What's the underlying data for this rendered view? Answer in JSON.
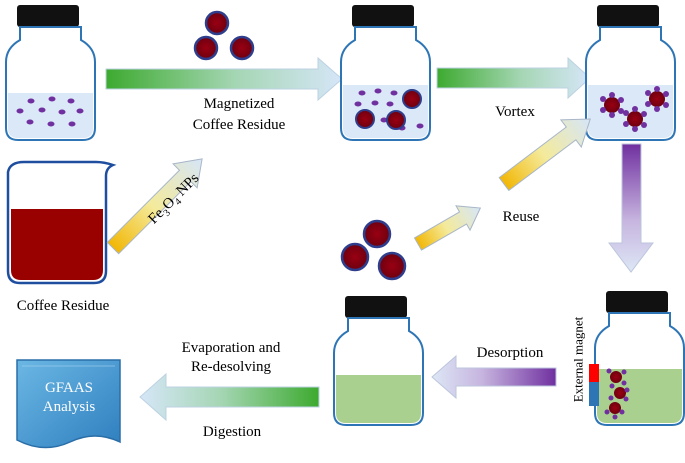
{
  "labels": {
    "magnetized_line1": "Magnetized",
    "magnetized_line2": "Coffee Residue",
    "vortex": "Vortex",
    "fe3o4_base1": "Fe",
    "fe3o4_sub1": "3",
    "fe3o4_base2": "O",
    "fe3o4_sub2": "4",
    "fe3o4_tail": " NPs",
    "reuse": "Reuse",
    "coffee_residue": "Coffee Residue",
    "evaporation_line1": "Evaporation and",
    "evaporation_line2": "Re-desolving",
    "digestion": "Digestion",
    "desorption": "Desorption",
    "external_magnet": "External magnet",
    "gfaas_line1": "GFAAS",
    "gfaas_line2": "Analysis"
  },
  "colors": {
    "liquid_light_blue": "#dbe8f7",
    "liquid_green": "#a9d08e",
    "coffee_red": "#990000",
    "particle_purple": "#7030a0",
    "np_dark_red": "#8b0a14",
    "bottle_outline": "#2e75b6",
    "cap": "#111111",
    "gfaas_blue": "#4a9fd6"
  },
  "icons": {
    "bottle": "bottle-icon",
    "beaker": "beaker-icon",
    "magnet": "magnet-icon",
    "document": "document-icon"
  }
}
